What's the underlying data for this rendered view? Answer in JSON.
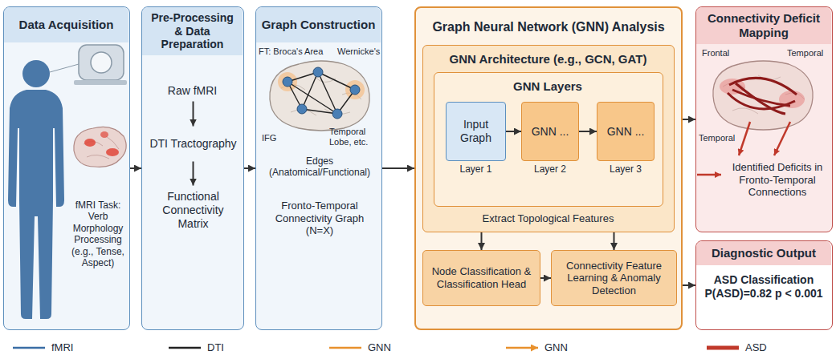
{
  "diagram": {
    "nodes": [
      {
        "text": [
          "Data Acquisition",
          "fMRI Task: Verb Morphology Processing (e.g., Tense, Aspect)"
        ]
      },
      {
        "text": [
          "Pre-Processing & Data Preparation"
        ]
      },
      {
        "text": [
          "Raw fMRI"
        ],
        "in": 1
      },
      {
        "text": [
          "DTI Tractography"
        ],
        "in": 1
      },
      {
        "text": [
          "Functional Connectivity Matrix"
        ],
        "in": 1
      },
      {
        "text": [
          "Graph Construction",
          "Fronto-Temporal Connectivity Graph (N=X)"
        ]
      },
      {
        "text": [
          "Graph Neural Network (GNN) Analysis"
        ]
      },
      {
        "text": [
          "GNN Architecture (e.g., GCN, GAT)",
          "Extract Topological Features"
        ],
        "in": 6
      },
      {
        "text": [
          "GNN Layers"
        ],
        "in": 7
      },
      {
        "text": [
          "Input Graph",
          "Layer 1"
        ],
        "in": 8
      },
      {
        "text": [
          "GNN ...",
          "Layer 2"
        ],
        "in": 8
      },
      {
        "text": [
          "GNN ...",
          "Layer 3"
        ],
        "in": 8
      },
      {
        "text": [
          "Node Classification & Classification Head"
        ],
        "in": 6
      },
      {
        "text": [
          "Connectivity Feature Learning & Anomaly Detection"
        ],
        "in": 6
      },
      {
        "text": [
          "Connectivity Deficit Mapping",
          "Identified Deficits in Fronto-Temporal Connections"
        ]
      },
      {
        "text": [
          "Diagnostic Output",
          "ASD Classification P(ASD)=0.82 p < 0.001"
        ]
      }
    ],
    "edges": [
      {
        "from": 0,
        "to": 1,
        "arrow": "to"
      },
      {
        "from": 1,
        "to": 5,
        "arrow": "to"
      },
      {
        "from": 5,
        "to": 6,
        "arrow": "to"
      },
      {
        "from": 2,
        "to": 3,
        "arrow": "to"
      },
      {
        "from": 3,
        "to": 4,
        "arrow": "to"
      },
      {
        "from": 9,
        "to": 10,
        "arrow": "to"
      },
      {
        "from": 10,
        "to": 11,
        "arrow": "to"
      },
      {
        "from": 7,
        "to": 12,
        "arrow": "to"
      },
      {
        "from": 7,
        "to": 13,
        "arrow": "to"
      },
      {
        "from": 12,
        "to": 13,
        "arrow": "to"
      },
      {
        "from": 6,
        "to": 14,
        "arrow": "to"
      },
      {
        "from": 6,
        "to": 15,
        "arrow": "to"
      }
    ],
    "labels": [
      "FT: Broca's Area",
      "Wernicke's",
      "IFG",
      "Temporal Lobe, etc.",
      "Edges (Anatomical/Functional)",
      "Frontal",
      "Temporal",
      "Temporal"
    ],
    "legend": [
      {
        "text": "fMRI"
      },
      {
        "text": "DTI"
      },
      {
        "text": "GNN"
      },
      {
        "text": "GNN"
      },
      {
        "text": "ASD"
      }
    ]
  }
}
